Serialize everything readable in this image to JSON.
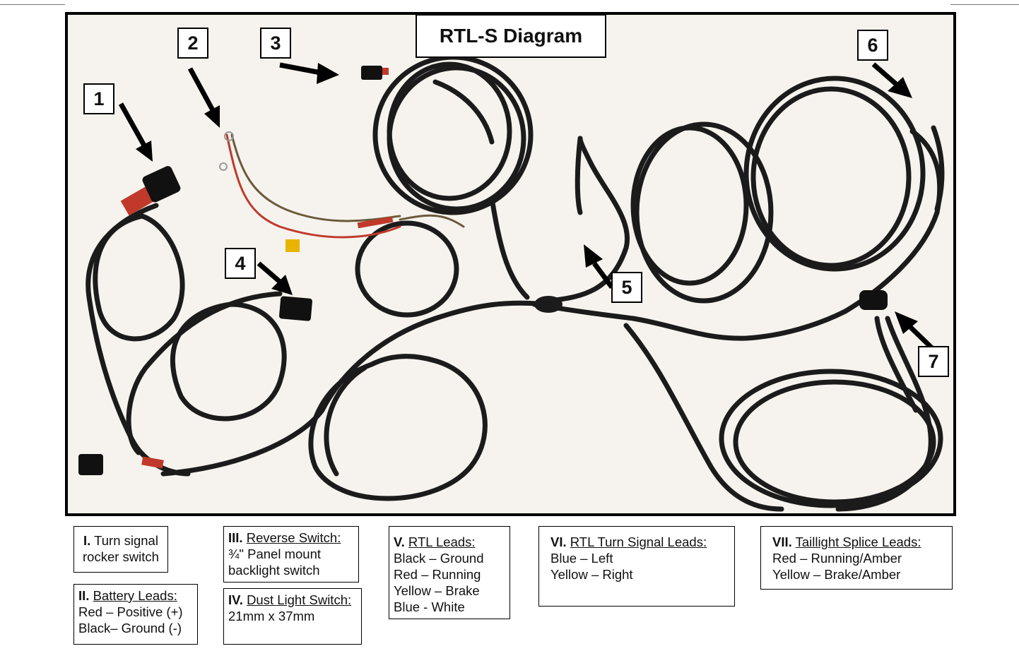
{
  "title": "RTL-S Diagram",
  "callouts": [
    "1",
    "2",
    "3",
    "4",
    "5",
    "6",
    "7"
  ],
  "legend": [
    {
      "id": "I",
      "numeral": "I.",
      "heading": "Turn signal rocker switch",
      "heading_underlined": false,
      "lines": []
    },
    {
      "id": "II",
      "numeral": "II.",
      "heading": "Battery Leads:",
      "heading_underlined": true,
      "lines": [
        "Red – Positive (+)",
        "Black– Ground (-)"
      ]
    },
    {
      "id": "III",
      "numeral": "III.",
      "heading": "Reverse Switch:",
      "heading_underlined": true,
      "lines": [
        "¾\" Panel mount",
        "backlight switch"
      ]
    },
    {
      "id": "IV",
      "numeral": "IV.",
      "heading": "Dust Light Switch:",
      "heading_underlined": true,
      "lines": [
        "21mm x 37mm"
      ]
    },
    {
      "id": "V",
      "numeral": "V.",
      "heading": "RTL Leads:",
      "heading_underlined": true,
      "lines": [
        "Black – Ground",
        "Red – Running",
        "Yellow – Brake",
        "Blue - White"
      ]
    },
    {
      "id": "VI",
      "numeral": "VI.",
      "heading": "RTL Turn Signal Leads:",
      "heading_underlined": true,
      "lines": [
        "Blue – Left",
        "Yellow – Right"
      ]
    },
    {
      "id": "VII",
      "numeral": "VII.",
      "heading": "Taillight Splice Leads:",
      "heading_underlined": true,
      "lines": [
        "Red – Running/Amber",
        "Yellow – Brake/Amber"
      ]
    }
  ],
  "colors": {
    "cable": "#1b1b1b",
    "background": "#f6f3ee",
    "red_wire": "#c0392b",
    "olive_wire": "#6b5a3a",
    "fuse": "#e8b400"
  }
}
